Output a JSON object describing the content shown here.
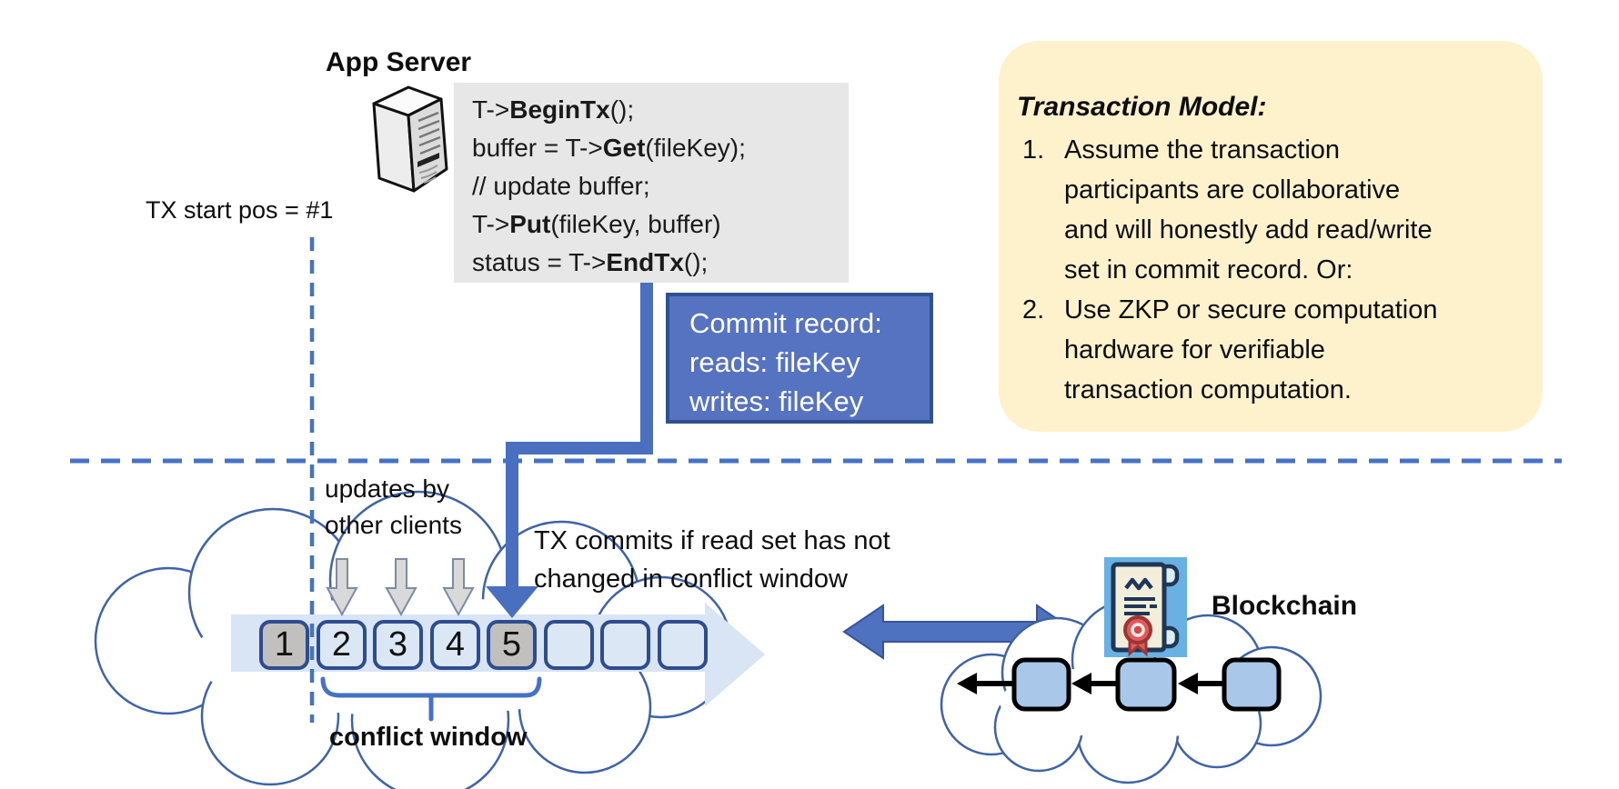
{
  "header": {
    "app_server_label": "App Server"
  },
  "code": {
    "lines": [
      [
        {
          "t": "T->"
        },
        {
          "t": "BeginTx",
          "b": true
        },
        {
          "t": "();"
        }
      ],
      [
        {
          "t": "buffer = T->"
        },
        {
          "t": "Get",
          "b": true
        },
        {
          "t": "(fileKey);"
        }
      ],
      [
        {
          "t": "// update buffer;"
        }
      ],
      [
        {
          "t": "T->"
        },
        {
          "t": "Put",
          "b": true
        },
        {
          "t": "(fileKey, buffer)"
        }
      ],
      [
        {
          "t": "status = T->"
        },
        {
          "t": "EndTx",
          "b": true
        },
        {
          "t": "();"
        }
      ]
    ]
  },
  "tx_start_label": "TX start pos = #1",
  "commit_record": {
    "lines": [
      "Commit record:",
      "reads: fileKey",
      "writes: fileKey"
    ]
  },
  "note": {
    "title": "Transaction Model:",
    "items": [
      {
        "num": "1.",
        "lines": [
          "Assume the transaction",
          "participants are collaborative",
          "and will honestly add read/write",
          "set in commit record.  Or:"
        ]
      },
      {
        "num": "2.",
        "lines": [
          "Use ZKP or secure computation",
          "hardware for verifiable",
          "transaction computation."
        ]
      }
    ]
  },
  "timeline": {
    "updates_label_lines": [
      "updates by",
      "other clients"
    ],
    "commit_condition_lines": [
      "TX commits if read set has not",
      "changed in conflict window"
    ],
    "conflict_window_label": "conflict window",
    "slots": [
      {
        "label": "1",
        "filled": true
      },
      {
        "label": "2",
        "filled": false
      },
      {
        "label": "3",
        "filled": false
      },
      {
        "label": "4",
        "filled": false
      },
      {
        "label": "5",
        "filled": true
      },
      {
        "label": "",
        "filled": false
      },
      {
        "label": "",
        "filled": false
      },
      {
        "label": "",
        "filled": false
      }
    ]
  },
  "blockchain": {
    "label": "Blockchain"
  },
  "icons": [
    "server-icon",
    "certificate-scroll-icon",
    "update-arrow-icon",
    "commit-arrow-icon",
    "sync-double-arrow-icon"
  ],
  "colors": {
    "accent_blue": "#4472c4",
    "thick_arrow_blue": "#4a6fbe",
    "commit_box_fill": "#5573c0",
    "commit_box_border": "#2e5190",
    "code_bg": "#e8e7e7",
    "note_bg": "#fdf2cc",
    "slot_fill_light": "#dbe7f5",
    "slot_fill_gray": "#c1c0bf",
    "slot_border": "#2e4d8f",
    "band_fill": "#d9e4f4",
    "cloud_stroke": "#3e63a8",
    "chain_block_fill": "#a9c7e9",
    "icon_bg_blue": "#68b1e2",
    "gray_arrow_fill": "#d9d9d9"
  }
}
